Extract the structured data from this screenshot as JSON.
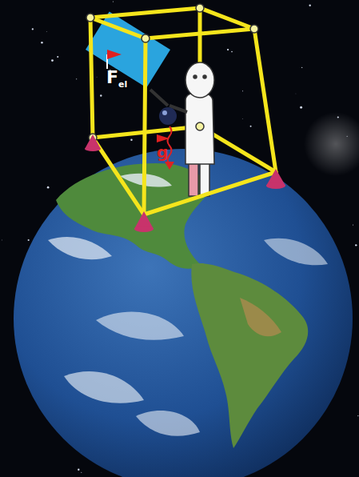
{
  "diagram": {
    "labels": [
      "F",
      "el",
      "g"
    ]
  }
}
